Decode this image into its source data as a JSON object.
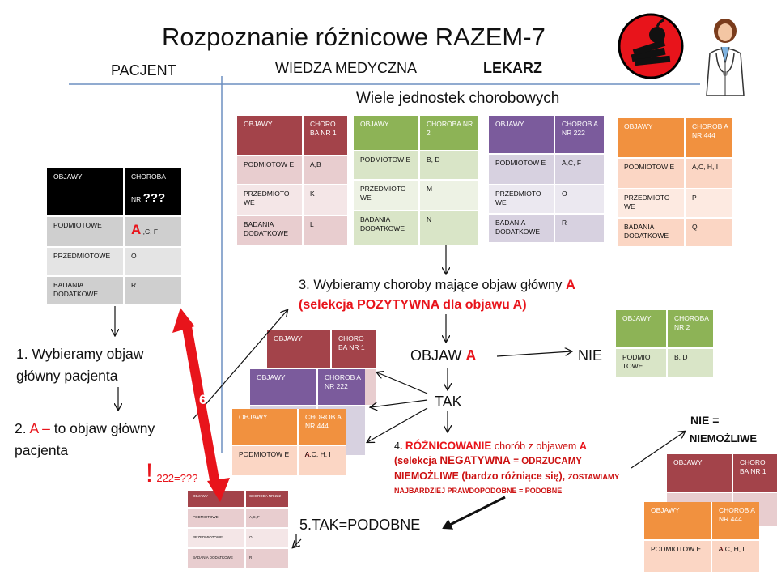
{
  "title": "Rozpoznanie różnicowe RAZEM-7",
  "headers": {
    "patient": "PACJENT",
    "knowledge": "WIEDZA MEDYCZNA",
    "doctor": "LEKARZ"
  },
  "many_units": "Wiele jednostek chorobowych",
  "labels": {
    "objawy": "OBJAWY",
    "podmiotowe": "PODMIOTOWE",
    "podmiotowe_split": "PODMIOTOW E",
    "przedmiotowe": "PRZEDMIOTOWE",
    "przedmiotowe_split": "PRZEDMIOTO WE",
    "badania": "BADANIA DODATKOWE",
    "podmiotowe_short": "PODMIO TOWE"
  },
  "patient_table": {
    "disease": "CHOROBA",
    "nr": "NR",
    "unknown": "???",
    "a": "A",
    "rest": ",C, F",
    "prz": "O",
    "bad": "R"
  },
  "disease_tables": {
    "d1": {
      "name": "CHORO BA NR 1",
      "pod": "A,B",
      "prz": "K",
      "bad": "L"
    },
    "d2": {
      "name": "CHOROBA NR 2",
      "pod": "B, D",
      "prz": "M",
      "bad": "N"
    },
    "d222": {
      "name": "CHOROB A NR 222",
      "pod": "A,C, F",
      "prz": "O",
      "bad": "R"
    },
    "d444": {
      "name": "CHOROB A NR 444",
      "pod": "A,C, H, I",
      "prz": "P",
      "bad": "Q"
    }
  },
  "steps": {
    "s1": "1. Wybieramy objaw główny pacjenta",
    "s2_prefix": "2.",
    "s2_a": "A –",
    "s2_rest": "to objaw główny pacjenta",
    "s3_line1": "3. Wybieramy choroby mające objaw  główny",
    "s3_a": "A",
    "s3_line2": "(selekcja POZYTYWNA dla objawu A)",
    "objaw": "OBJAW",
    "objaw_a": "A",
    "nie": "NIE",
    "tak": "TAK",
    "s4_num": "4",
    "s4_dot": ".",
    "s4_main": "RÓŻNICOWANIE",
    "s4_rest": "chorób z objawem",
    "s4_a": "A",
    "s4_line2_a": "(selekcja",
    "s4_line2_b": "NEGATYWNA",
    "s4_line2_c": "= ODRZUCAMY",
    "s4_line3_a": "NIEMOŻLIWE (bardzo różniące się),",
    "s4_line3_b": "ZOSTAWIAMY",
    "s4_line4": "NAJBARDZIEJ  PRAWDOPODOBNE  = PODOBNE",
    "s5": "5.TAK=PODOBNE",
    "nie_eq": "NIE =",
    "niemozliwe": "NIEMOŻLIWE",
    "six": "6",
    "exclaim": "!",
    "q222": "222=???"
  },
  "mini_table": {
    "objawy": "OBJAWY",
    "choroba": "CHOROBA NR 222",
    "pod": "PODMIOTOWE",
    "pod_val": "A,C, F",
    "prz": "PRZEDMIOTOWE",
    "prz_val": "O",
    "bad": "BADANIA DODATKOWE",
    "bad_val": "R"
  },
  "colors": {
    "red_accent": "#e8141b",
    "table_red": "#a3434a",
    "table_green": "#8db356",
    "table_purple": "#7b5b9c",
    "table_orange": "#f1913f",
    "line_blue": "#6d8fc0"
  }
}
